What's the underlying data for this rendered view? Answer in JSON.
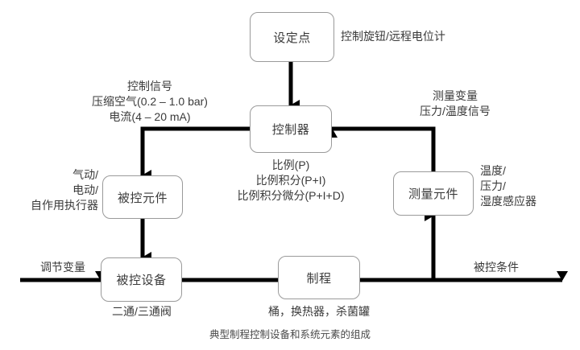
{
  "diagram": {
    "caption": "典型制程控制设备和系统元素的组成",
    "nodes": {
      "setpoint": "设定点",
      "controller": "控制器",
      "controlled_element": "被控元件",
      "controlled_device": "被控设备",
      "process": "制程",
      "measuring_element": "测量元件"
    },
    "annotations": {
      "setpoint_note": "控制旋钮/远程电位计",
      "control_signal": "控制信号\n压缩空气(0.2 – 1.0 bar)\n电流(4 – 20 mA)",
      "measured_variable": "测量变量\n压力/温度信号",
      "actuator_types": "气动/\n电动/\n自作用执行器",
      "controller_modes": "比例(P)\n比例积分(P+I)\n比例积分微分(P+I+D)",
      "sensor_types": "温度/\n压力/\n湿度感应器",
      "valve_types": "二通/三通阀",
      "process_types": "桶，换热器，杀菌罐",
      "manipulated_variable": "调节变量",
      "controlled_condition": "被控条件"
    },
    "colors": {
      "line": "#000000",
      "box_border": "#9a9a9a",
      "text": "#3a3a3a",
      "background": "#ffffff"
    }
  }
}
